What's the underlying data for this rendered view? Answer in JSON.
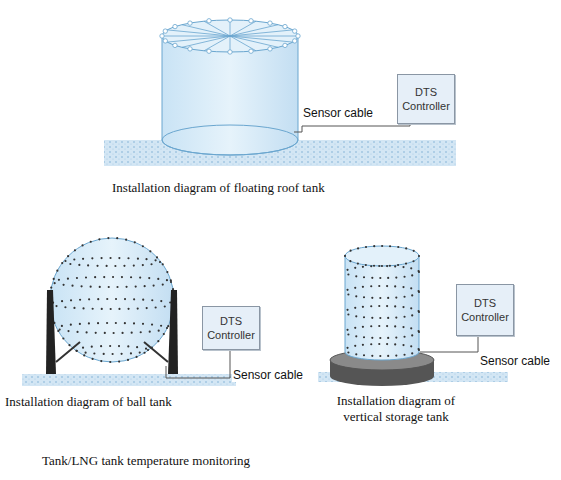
{
  "diagram": {
    "caption": "Tank/LNG tank temperature monitoring",
    "nodes": [
      {
        "text": [
          "DTS Controller"
        ]
      },
      {
        "text": [
          "DTS Controller"
        ]
      },
      {
        "text": [
          "DTS Controller"
        ]
      }
    ],
    "labels": [
      "Sensor cable",
      "Installation diagram of floating roof tank",
      "Sensor cable",
      "Installation diagram of ball tank",
      "Sensor cable",
      "Installation diagram of vertical storage tank"
    ]
  }
}
